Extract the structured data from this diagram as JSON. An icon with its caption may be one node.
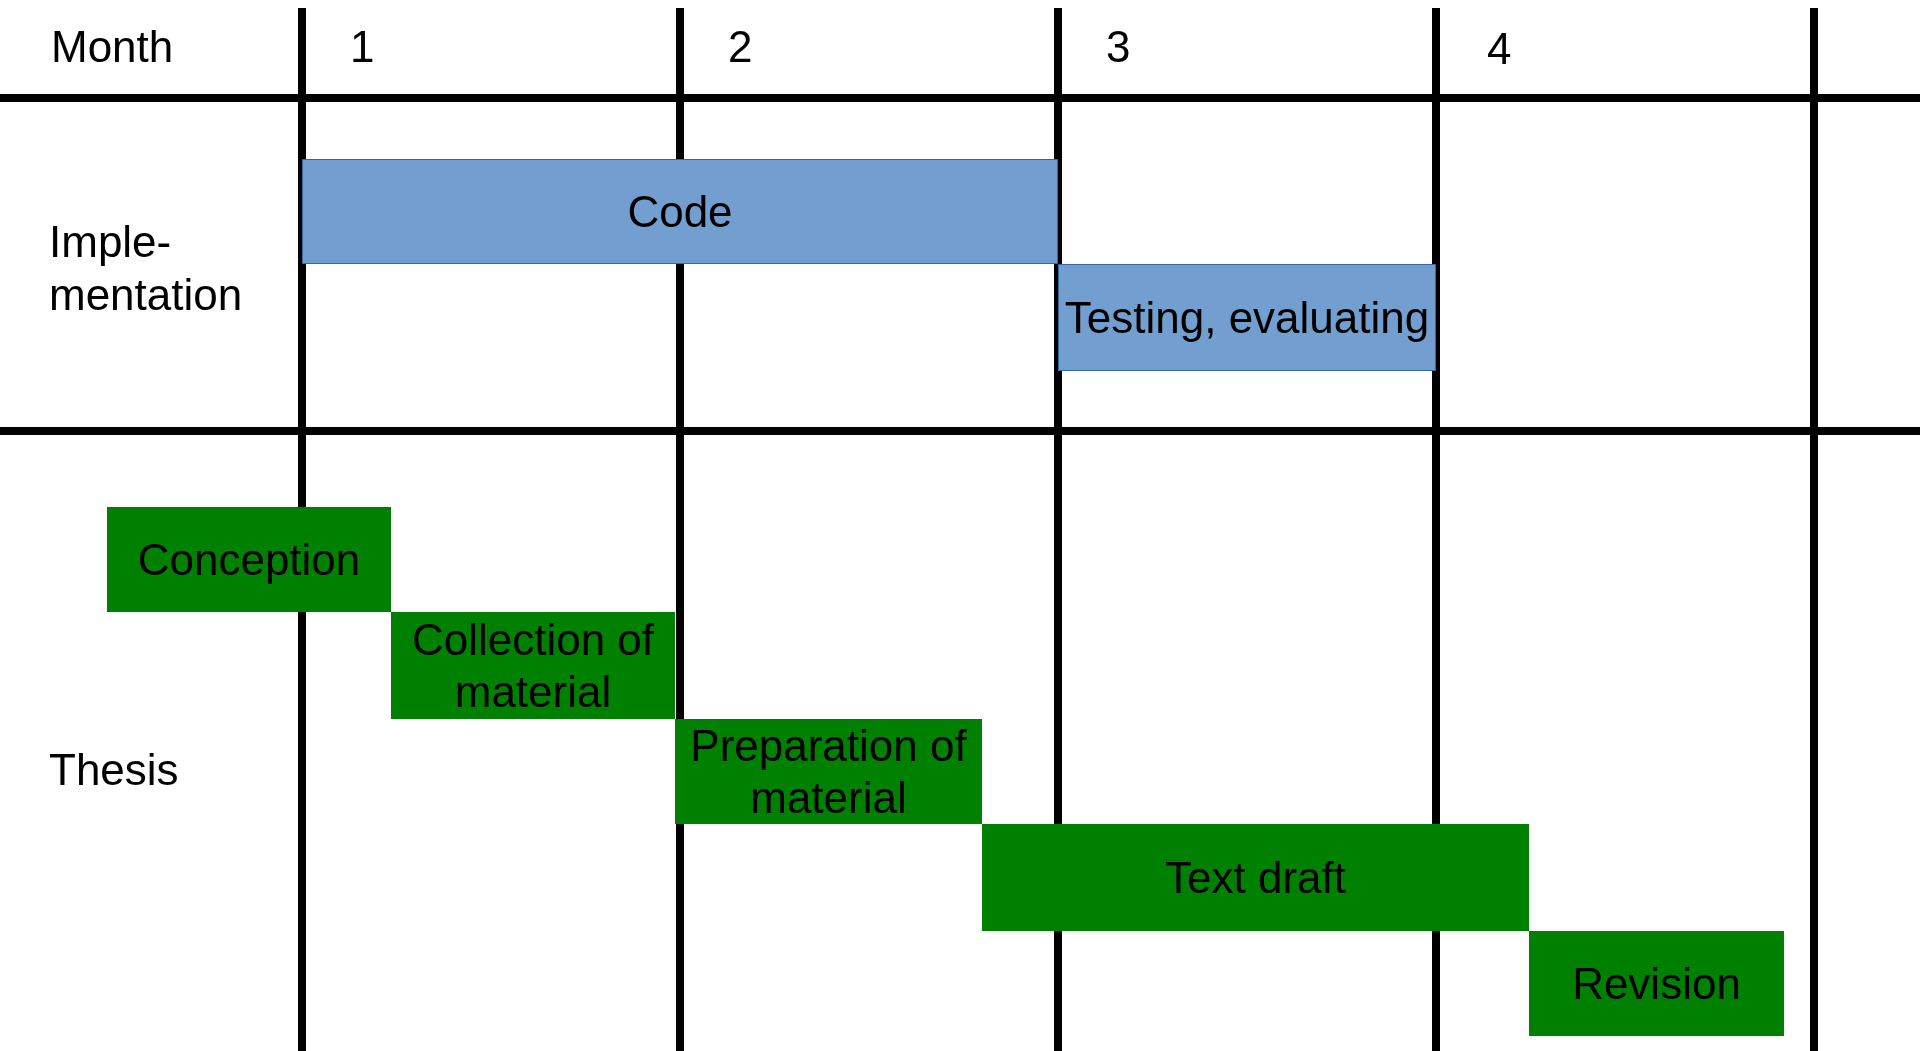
{
  "diagram": {
    "nodes": [
      {
        "text": [
          "Code"
        ]
      },
      {
        "text": [
          "Testing, evaluating"
        ]
      },
      {
        "text": [
          "Conception"
        ]
      },
      {
        "text": [
          "Collection of material"
        ]
      },
      {
        "text": [
          "Preparation of material"
        ]
      },
      {
        "text": [
          "Text draft"
        ]
      },
      {
        "text": [
          "Revision"
        ]
      }
    ],
    "edges": [],
    "labels": [
      "Month",
      "1",
      "2",
      "3",
      "4",
      "Imple- mentation",
      "Thesis"
    ]
  }
}
